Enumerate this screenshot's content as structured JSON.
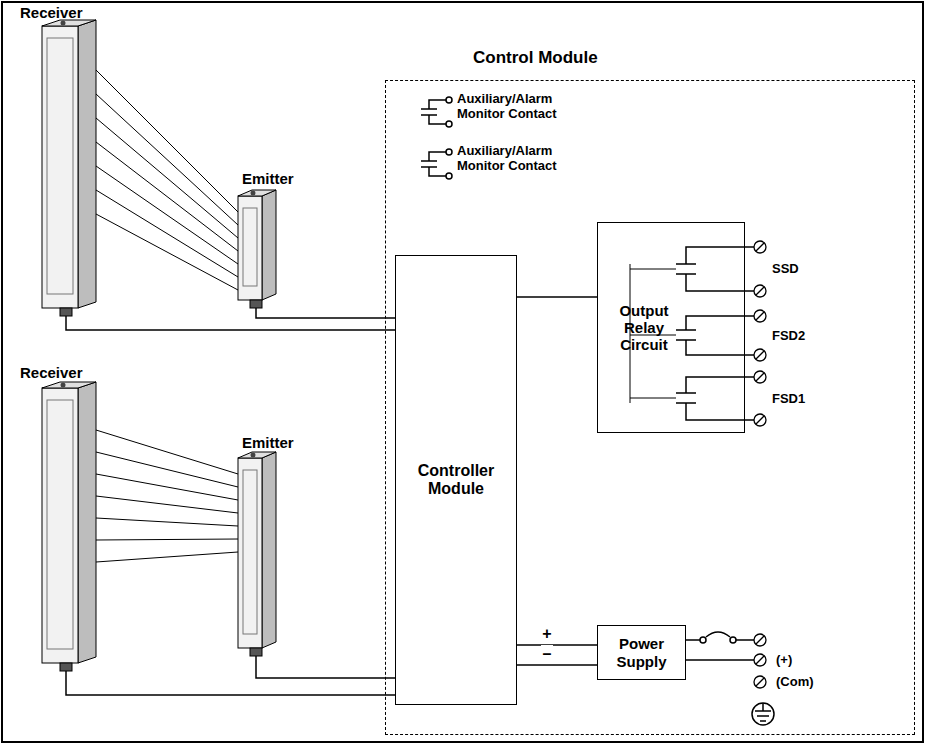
{
  "diagram": {
    "nodes": [
      {
        "text": [
          "Control Module"
        ]
      },
      {
        "text": [
          "Receiver"
        ]
      },
      {
        "text": [
          "Emitter"
        ]
      },
      {
        "text": [
          "Receiver"
        ]
      },
      {
        "text": [
          "Emitter"
        ]
      },
      {
        "text": [
          "Controller Module"
        ],
        "in": 0
      },
      {
        "text": [
          "Output Relay Circuit"
        ],
        "in": 0
      },
      {
        "text": [
          "Power Supply"
        ],
        "in": 0
      }
    ],
    "edges": [
      {
        "from": 1,
        "to": 5,
        "arrow": "none"
      },
      {
        "from": 2,
        "to": 5,
        "arrow": "none"
      },
      {
        "from": 3,
        "to": 5,
        "arrow": "none"
      },
      {
        "from": 4,
        "to": 5,
        "arrow": "none"
      },
      {
        "from": 5,
        "to": 6,
        "arrow": "none"
      },
      {
        "from": 5,
        "to": 7,
        "label": "+",
        "arrow": "none"
      },
      {
        "from": 5,
        "to": 7,
        "label": "–",
        "arrow": "none"
      }
    ],
    "labels": [
      "Auxiliary/Alarm Monitor Contact",
      "Auxiliary/Alarm Monitor Contact",
      "SSD",
      "FSD2",
      "FSD1",
      "(+)",
      "(Com)"
    ]
  }
}
